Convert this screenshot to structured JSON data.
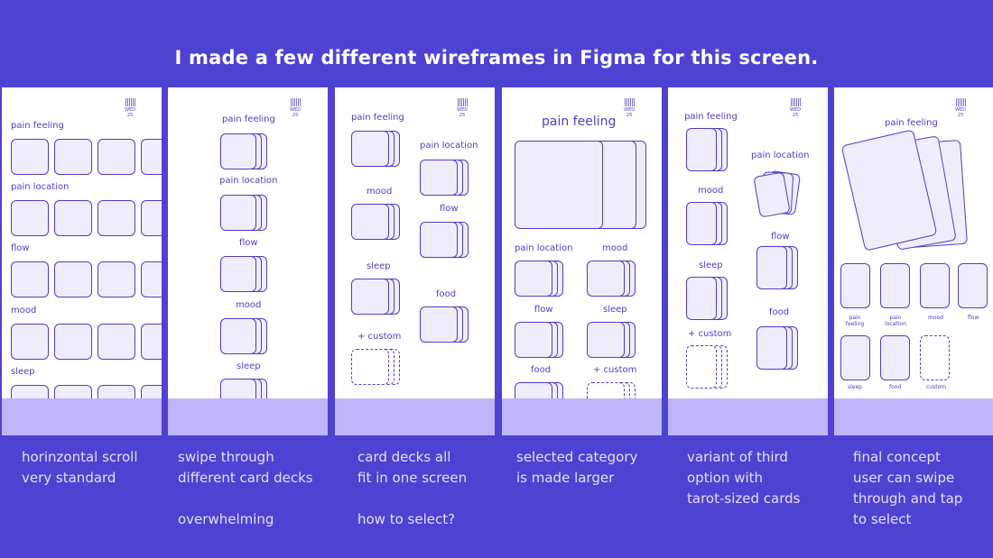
{
  "title": "I made a few different wireframes in Figma for this screen.",
  "status": {
    "bars": "||||||",
    "day": "WED",
    "date": "25"
  },
  "frames": [
    {
      "labels": [
        "pain feeling",
        "pain location",
        "flow",
        "mood",
        "sleep"
      ]
    },
    {
      "labels": [
        "pain feeling",
        "pain location",
        "flow",
        "mood",
        "sleep"
      ]
    },
    {
      "labels": [
        "pain feeling",
        "pain location",
        "mood",
        "flow",
        "sleep",
        "food",
        "+ custom"
      ]
    },
    {
      "labels": [
        "pain feeling",
        "pain location",
        "mood",
        "flow",
        "sleep",
        "food",
        "+ custom"
      ]
    },
    {
      "labels": [
        "pain feeling",
        "pain location",
        "mood",
        "flow",
        "sleep",
        "food",
        "+ custom"
      ]
    },
    {
      "labels": [
        "pain feeling",
        "pain feeling",
        "pain location",
        "mood",
        "flow",
        "sleep",
        "food",
        "custom"
      ]
    }
  ],
  "captions": [
    [
      "horinzontal scroll",
      "very standard"
    ],
    [
      "swipe through",
      "different card decks",
      "",
      "overwhelming"
    ],
    [
      "card decks all",
      "fit in one screen",
      "",
      "how to select?"
    ],
    [
      "selected category",
      "is made larger"
    ],
    [
      "variant of third",
      "option with",
      "tarot-sized cards"
    ],
    [
      "final concept",
      "user can swipe",
      "through and tap",
      "to select"
    ]
  ]
}
